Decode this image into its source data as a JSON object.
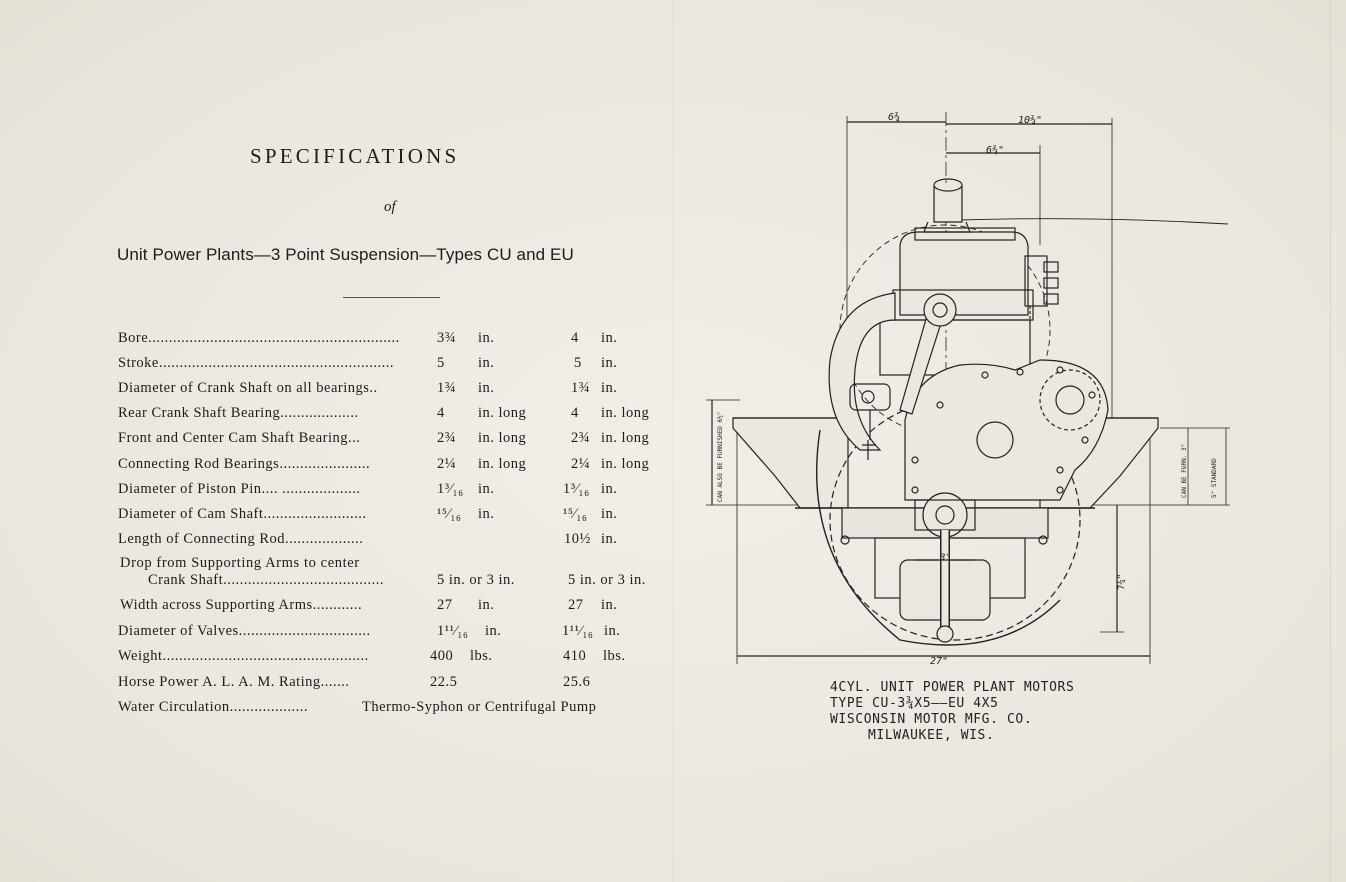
{
  "heading": {
    "title": "SPECIFICATIONS",
    "of": "of",
    "subtitle": "Unit Power Plants—3 Point Suspension—Types CU and EU"
  },
  "specs": [
    {
      "label": "Bore.............................................................",
      "cu": "3¾",
      "cu_unit": "in.",
      "eu": "4",
      "eu_unit": "in."
    },
    {
      "label": "Stroke.........................................................",
      "cu": "5",
      "cu_unit": "in.",
      "eu": "5",
      "eu_unit": "in."
    },
    {
      "label": "Diameter of Crank Shaft on all bearings..",
      "cu": "1¾",
      "cu_unit": "in.",
      "eu": "1¾",
      "eu_unit": "in."
    },
    {
      "label": "Rear Crank Shaft Bearing...................",
      "cu": "4",
      "cu_unit": "in. long",
      "eu": "4",
      "eu_unit": "in. long"
    },
    {
      "label": "Front and Center Cam Shaft Bearing...",
      "cu": "2¾",
      "cu_unit": "in. long",
      "eu": "2¾",
      "eu_unit": "in. long"
    },
    {
      "label": "Connecting Rod Bearings......................",
      "cu": "2¼",
      "cu_unit": "in. long",
      "eu": "2¼",
      "eu_unit": "in. long"
    },
    {
      "label": "Diameter of Piston Pin.... ...................",
      "cu": "1³⁄₁₆",
      "cu_unit": "in.",
      "eu": "1³⁄₁₆",
      "eu_unit": "in."
    },
    {
      "label": "Diameter of Cam Shaft.........................",
      "cu": "¹⁵⁄₁₆",
      "cu_unit": "in.",
      "eu": "¹⁵⁄₁₆",
      "eu_unit": "in."
    },
    {
      "label": "Length of Connecting Rod...................",
      "cu": "",
      "cu_unit": "",
      "eu": "10½",
      "eu_unit": "in."
    },
    {
      "label": "Crank Shaft.......................................",
      "label_line1": "Drop from Supporting Arms to center",
      "cu": "5 in. or 3 in.",
      "cu_unit": "",
      "eu": "5 in. or 3 in.",
      "eu_unit": ""
    },
    {
      "label": "Width across Supporting Arms............",
      "cu": "27",
      "cu_unit": "in.",
      "eu": "27",
      "eu_unit": "in."
    },
    {
      "label": "Diameter of Valves................................",
      "cu": "1¹¹⁄₁₆",
      "cu_unit": "in.",
      "eu": "1¹¹⁄₁₆",
      "eu_unit": "in."
    },
    {
      "label": "Weight..................................................",
      "cu": "400",
      "cu_unit": "lbs.",
      "eu": "410",
      "eu_unit": "lbs."
    },
    {
      "label": "Horse Power A. L. A. M. Rating.......",
      "cu": "22.5",
      "cu_unit": "",
      "eu": "25.6",
      "eu_unit": ""
    },
    {
      "label": "Water Circulation...................",
      "cu": "Thermo-Syphon or Centrifugal Pump",
      "cu_unit": "",
      "eu": "",
      "eu_unit": ""
    }
  ],
  "drawing": {
    "dims": {
      "top_left": "6¾",
      "top_right": "10¾\"",
      "inner": "6¾\"",
      "bottom": "27\"",
      "right_height": "7¾\"",
      "center_small": "3\"",
      "side_left": "CAN ALSO BE FURNISHED 6½\"",
      "side_mid": "CAN BE FURN. 3\"",
      "side_right": "5\" STANDARD"
    },
    "caption": [
      "4CYL. UNIT POWER PLANT MOTORS",
      "TYPE CU-3¾X5——EU 4X5",
      "WISCONSIN MOTOR MFG. CO.",
      "MILWAUKEE, WIS."
    ]
  }
}
